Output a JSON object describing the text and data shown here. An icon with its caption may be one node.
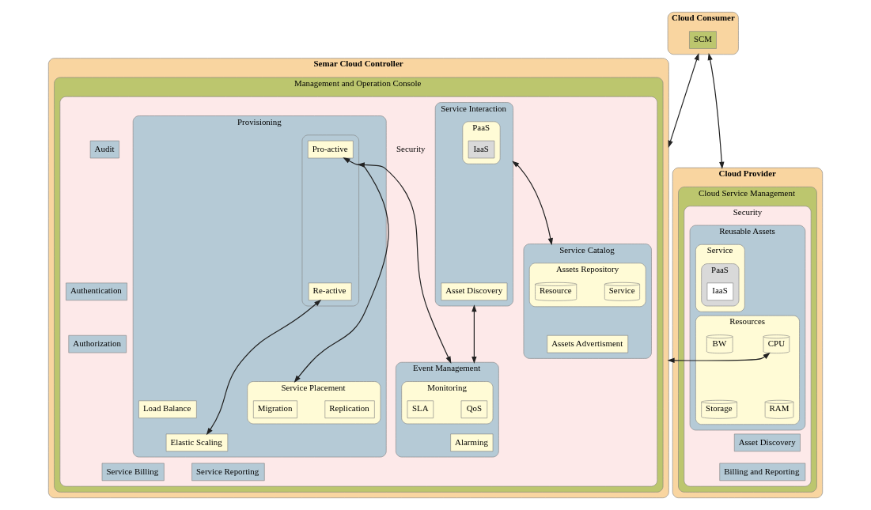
{
  "diagram": {
    "nodes": [
      {
        "text": [
          "Cloud Consumer"
        ]
      },
      {
        "text": [
          "SCM"
        ],
        "in": 0
      },
      {
        "text": [
          "Semar Cloud Controller"
        ]
      },
      {
        "text": [
          "Management and Operation Console"
        ],
        "in": 2
      },
      {
        "text": [],
        "shape": "box",
        "in": 3
      },
      {
        "text": [
          "Audit"
        ],
        "in": 4
      },
      {
        "text": [
          "Authentication"
        ],
        "in": 4
      },
      {
        "text": [
          "Authorization"
        ],
        "in": 4
      },
      {
        "text": [
          "Service Catalog"
        ],
        "in": 4
      },
      {
        "text": [
          "Assets Repository"
        ],
        "in": 8
      },
      {
        "text": [
          "Service"
        ],
        "in": 9
      },
      {
        "text": [
          "Resource"
        ],
        "in": 9
      },
      {
        "text": [
          "Assets Advertisment"
        ],
        "in": 8
      },
      {
        "text": [
          "Service Interaction"
        ],
        "in": 4
      },
      {
        "text": [
          "PaaS"
        ],
        "in": 13
      },
      {
        "text": [
          "IaaS"
        ],
        "in": 14
      },
      {
        "text": [
          "Asset Discovery"
        ],
        "in": 13
      },
      {
        "text": [
          "Provisioning"
        ],
        "in": 4
      },
      {
        "text": [
          "Load Balance"
        ],
        "in": 17
      },
      {
        "text": [
          "Service Placement"
        ],
        "in": 17
      },
      {
        "text": [
          "Replication"
        ],
        "in": 19
      },
      {
        "text": [
          "Migration"
        ],
        "in": 19
      },
      {
        "text": [
          "Elastic Scaling"
        ],
        "in": 17
      },
      {
        "text": [],
        "shape": "box",
        "in": 17
      },
      {
        "text": [
          "Pro-active"
        ],
        "in": 23
      },
      {
        "text": [
          "Re-active"
        ],
        "in": 23
      },
      {
        "text": [
          "Event Management"
        ],
        "in": 4
      },
      {
        "text": [
          "Monitoring"
        ],
        "in": 26
      },
      {
        "text": [
          "QoS"
        ],
        "in": 27
      },
      {
        "text": [
          "SLA"
        ],
        "in": 27
      },
      {
        "text": [
          "Alarming"
        ],
        "in": 26
      },
      {
        "text": [
          "Service Billing"
        ],
        "in": 4
      },
      {
        "text": [
          "Service Reporting"
        ],
        "in": 4
      },
      {
        "text": [
          "Cloud Provider"
        ]
      },
      {
        "text": [
          "Cloud Service Management"
        ],
        "in": 33
      },
      {
        "text": [
          "Security"
        ],
        "in": 34
      },
      {
        "text": [
          "Reusable Assets"
        ],
        "in": 35
      },
      {
        "text": [
          "Service"
        ],
        "in": 36
      },
      {
        "text": [
          "PaaS"
        ],
        "in": 37
      },
      {
        "text": [
          "IaaS"
        ],
        "in": 38
      },
      {
        "text": [
          "Resources"
        ],
        "in": 36
      },
      {
        "text": [
          "CPU"
        ],
        "in": 40
      },
      {
        "text": [
          "BW"
        ],
        "in": 40
      },
      {
        "text": [
          "RAM"
        ],
        "in": 40
      },
      {
        "text": [
          "Storage"
        ],
        "in": 40
      },
      {
        "text": [
          "Asset Discovery"
        ],
        "in": 35
      },
      {
        "text": [
          "Billing and Reporting"
        ],
        "in": 35
      }
    ],
    "edges": [
      {
        "from": 0,
        "to": 2,
        "arrow": "both"
      },
      {
        "from": 0,
        "to": 33,
        "arrow": "both"
      },
      {
        "from": 8,
        "to": 13,
        "arrow": "both"
      },
      {
        "from": 13,
        "to": 26,
        "arrow": "both"
      },
      {
        "from": 19,
        "to": 24,
        "arrow": "both"
      },
      {
        "from": 22,
        "to": 25,
        "arrow": "both"
      },
      {
        "from": 23,
        "to": 26,
        "arrow": "both"
      },
      {
        "from": 2,
        "to": 33,
        "arrow": "both"
      }
    ],
    "labels": [
      "Security"
    ]
  }
}
